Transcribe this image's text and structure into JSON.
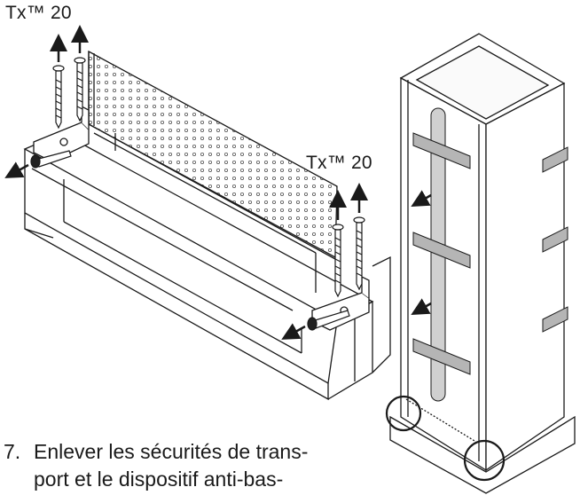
{
  "labels": {
    "tool_left": "Tx™ 20",
    "tool_right": "Tx™ 20"
  },
  "instruction": {
    "number": "7.",
    "text": "Enlever les sécurités de trans-\nport et le dispositif anti-bas-"
  },
  "colors": {
    "line": "#1a1a1a",
    "strap": "#b5b5b5",
    "rail": "#d0d0d0"
  },
  "icons": [
    "screw-icon",
    "arrow-up-icon",
    "arrow-out-icon",
    "circle-highlight-icon"
  ]
}
